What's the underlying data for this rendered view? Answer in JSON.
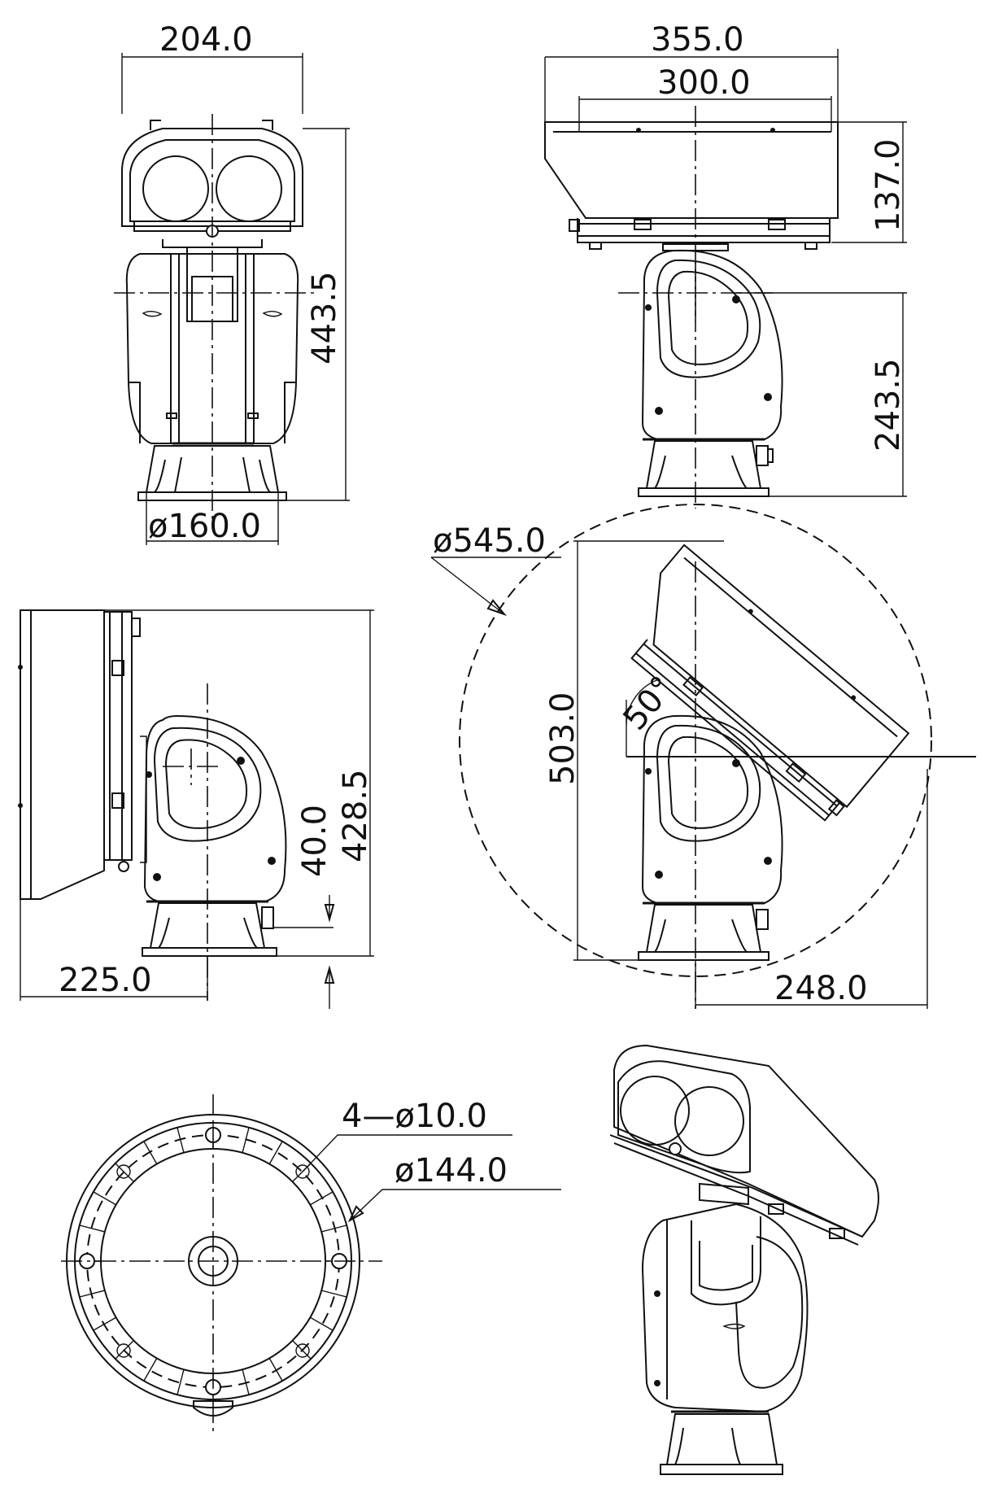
{
  "dimensions": {
    "front_width": "204.0",
    "front_height": "443.5",
    "base_diameter": "ø160.0",
    "housing_width": "355.0",
    "window_width": "300.0",
    "housing_height": "137.0",
    "pan_height": "243.5",
    "side_height": "428.5",
    "side_offset": "40.0",
    "side_depth": "225.0",
    "swing_diameter": "ø545.0",
    "tilt_height": "503.0",
    "tilt_angle": "50°",
    "tilt_reach": "248.0",
    "bolt_holes": "4—ø10.0",
    "bolt_circle": "ø144.0"
  }
}
